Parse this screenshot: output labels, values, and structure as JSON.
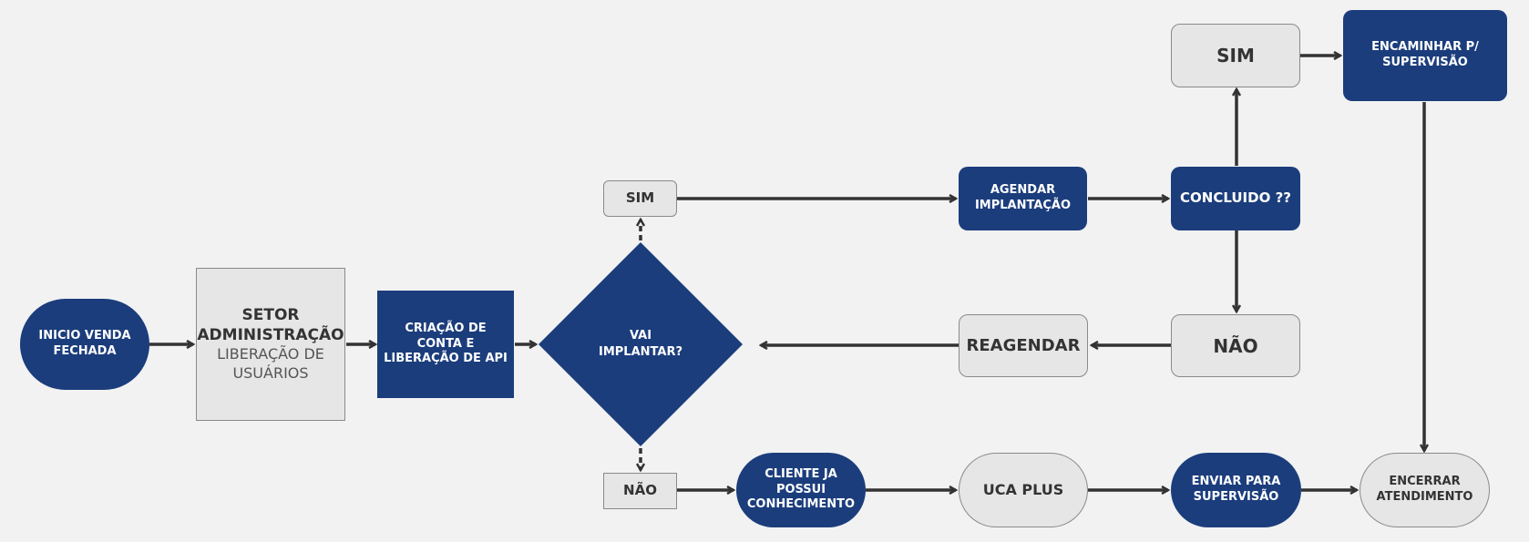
{
  "colors": {
    "dark": "#1b3d7c",
    "light": "#e6e6e6",
    "arrow": "#333333",
    "background": "#f2f2f2"
  },
  "nodes": {
    "inicio": "INICIO VENDA FECHADA",
    "setor_title": "SETOR ADMINISTRAÇÃO",
    "setor_sub": "LIBERAÇÃO DE USUÁRIOS",
    "criacao": "CRIAÇÃO DE CONTA E LIBERAÇÃO DE API",
    "vai_implantar": "VAI IMPLANTAR?",
    "sim_1": "SIM",
    "nao_1": "NÃO",
    "agendar": "AGENDAR IMPLANTAÇÃO",
    "concluido": "CONCLUIDO ??",
    "sim_2": "SIM",
    "encaminhar": "ENCAMINHAR P/ SUPERVISÃO",
    "nao_2": "NÃO",
    "reagendar": "REAGENDAR",
    "cliente": "CLIENTE JA POSSUI CONHECIMENTO",
    "uca_plus": "UCA PLUS",
    "enviar": "ENVIAR PARA SUPERVISÃO",
    "encerrar": "ENCERRAR ATENDIMENTO"
  }
}
